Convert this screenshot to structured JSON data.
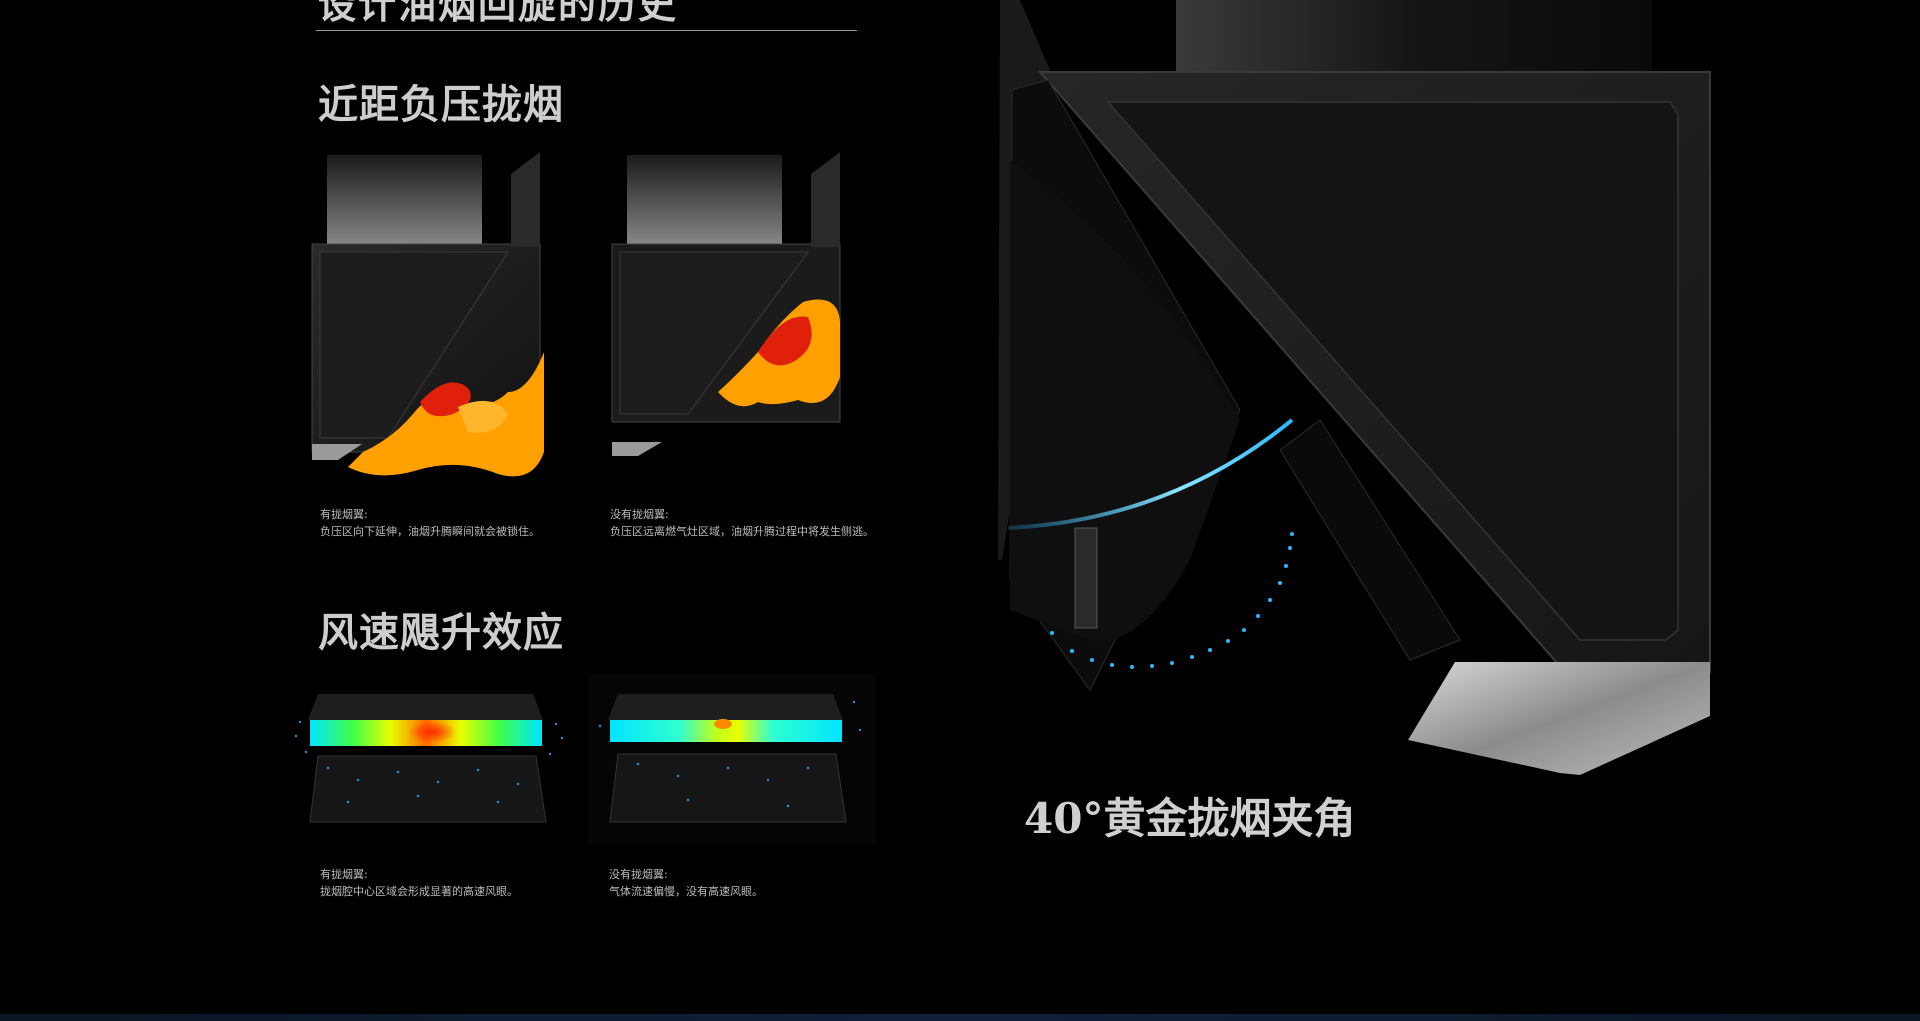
{
  "header": {
    "heading": "设计油烟回旋的历史"
  },
  "section1": {
    "title": "近距负压拢烟",
    "left": {
      "caption_title": "有拢烟翼:",
      "caption_text": "负压区向下延伸，油烟升腾瞬间就会被锁住。"
    },
    "right": {
      "caption_title": "没有拢烟翼:",
      "caption_text": "负压区远离燃气灶区域，油烟升腾过程中将发生侧逃。"
    }
  },
  "section2": {
    "title": "风速飓升效应",
    "left": {
      "caption_title": "有拢烟翼:",
      "caption_text": "拢烟腔中心区域会形成显著的高速风眼。"
    },
    "right": {
      "caption_title": "没有拢烟翼:",
      "caption_text": "气体流速偏慢，没有高速风眼。"
    }
  },
  "hero": {
    "title": "40°黄金拢烟夹角"
  },
  "colors": {
    "background": "#000000",
    "heat_orange": "#ffa000",
    "heat_red": "#e0200a",
    "wind_cyan": "#00e5ff",
    "accent_blue": "#2ab8ff"
  },
  "icons": {
    "hood_diagram": "range-hood-illustration",
    "dotted_arc": "angle-arc-icon"
  }
}
